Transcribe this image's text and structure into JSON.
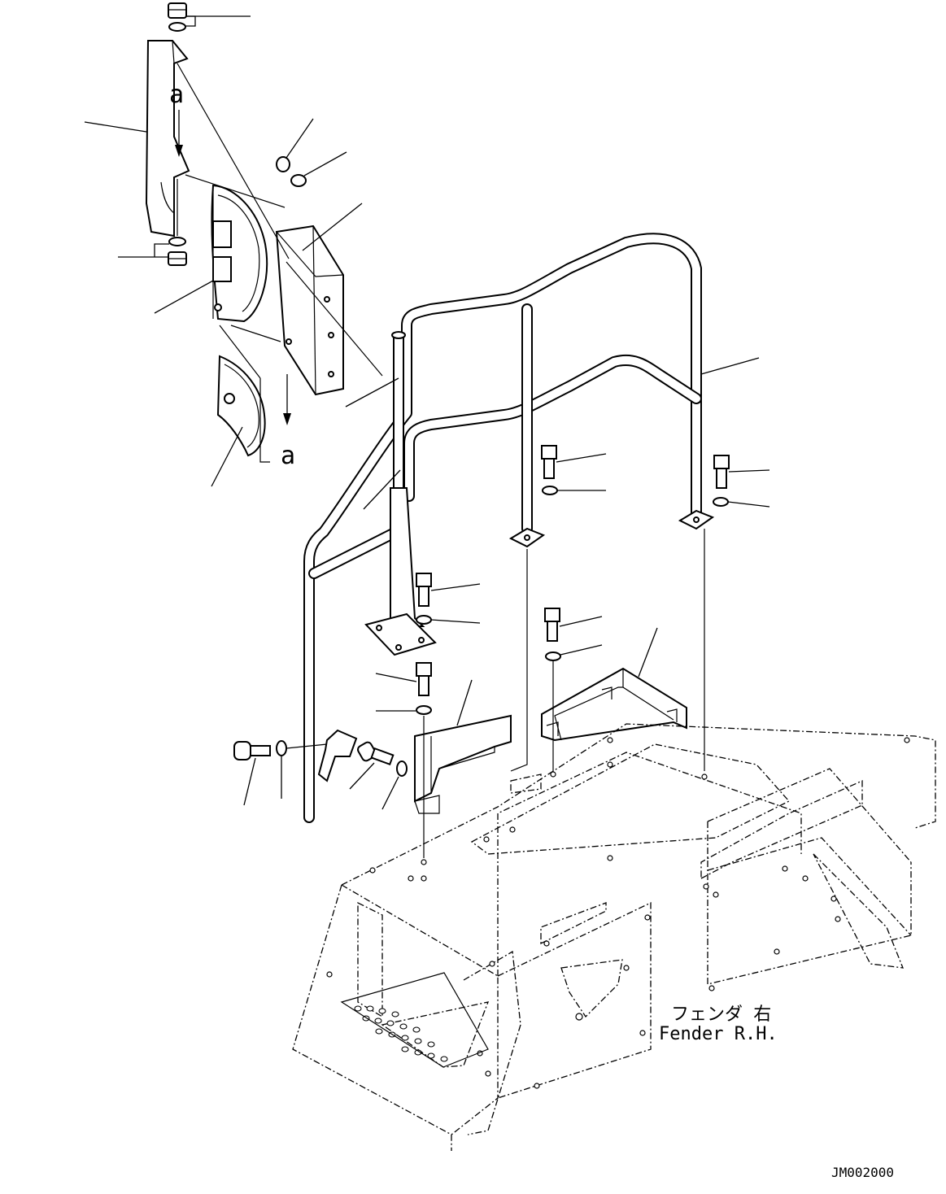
{
  "labels": {
    "callout_a_top": "a",
    "callout_a_bottom": "a",
    "fender_jp": "フェンダ 右",
    "fender_en": "Fender R.H.",
    "drawing_number": "JM002000"
  }
}
